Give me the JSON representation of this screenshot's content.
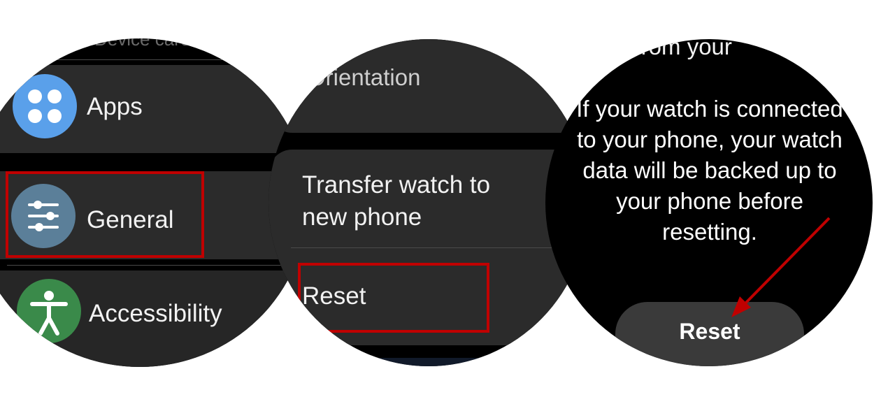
{
  "panel1": {
    "top_item_partial": "Device care",
    "items": [
      {
        "label": "Apps",
        "icon": "apps-grid-icon",
        "icon_color": "#5aa0ea"
      },
      {
        "label": "General",
        "icon": "sliders-icon",
        "icon_color": "#5b7f99"
      },
      {
        "label": "Accessibility",
        "icon": "accessibility-person-icon",
        "icon_color": "#3a8a4a"
      }
    ]
  },
  "panel2": {
    "items": [
      {
        "label": "Orientation"
      },
      {
        "label": "Transfer watch to new phone"
      },
      {
        "label": "Reset"
      }
    ]
  },
  "panel3": {
    "top_text_partial": "a from your",
    "message": "If your watch is connected to your phone, your watch data will be backed up to your phone before resetting.",
    "reset_button": "Reset"
  },
  "colors": {
    "screen_bg": "#000000",
    "card_bg": "#2b2b2b",
    "highlight": "#c00000"
  }
}
